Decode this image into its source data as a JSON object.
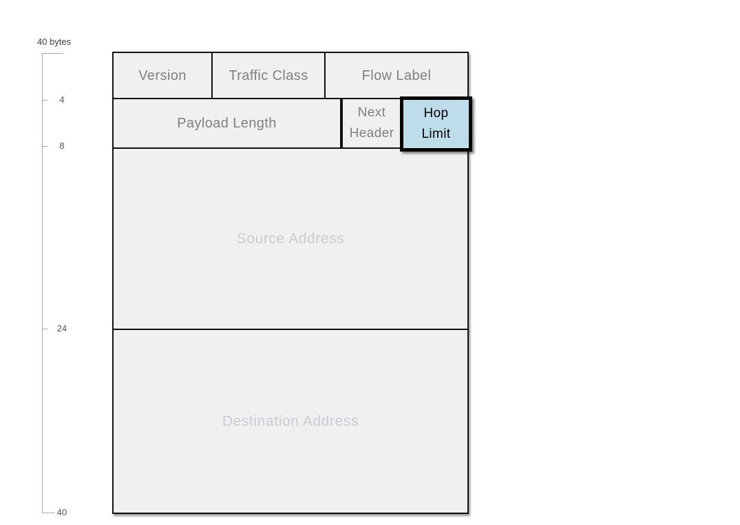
{
  "scale": {
    "label": "40 bytes",
    "ticks": [
      "4",
      "8",
      "24",
      "40"
    ]
  },
  "fields": {
    "version": "Version",
    "traffic_class": "Traffic Class",
    "flow_label": "Flow Label",
    "payload_length": "Payload Length",
    "next_header": "Next Header",
    "hop_limit": "Hop Limit",
    "source_address": "Source Address",
    "destination_address": "Destination Address"
  },
  "highlighted_field": "Hop Limit",
  "colors": {
    "bg": "#ffffff",
    "cell_fill": "#f0f0f0",
    "cell_border": "#111111",
    "field_label": "#808080",
    "address_label": "#c9ccd1",
    "highlight_fill": "#bcdde9",
    "highlight_border": "#000000",
    "highlight_text": "#000000",
    "scale_line": "#a6a6a6",
    "scale_text": "#595959"
  }
}
